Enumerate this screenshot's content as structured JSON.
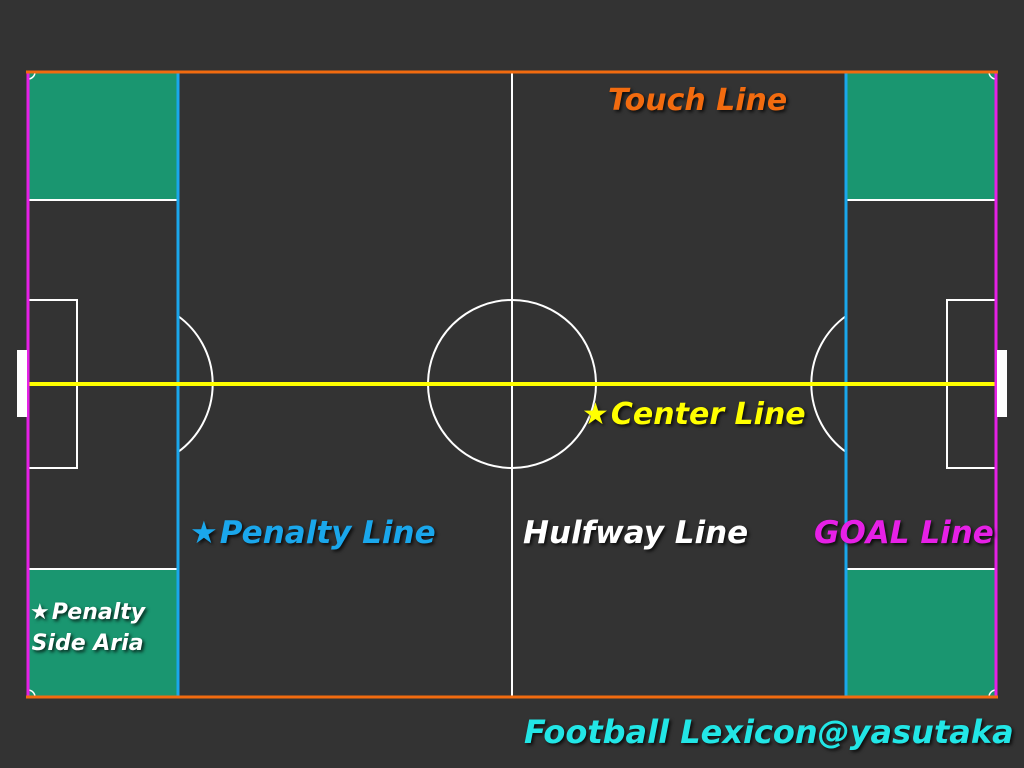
{
  "labels": {
    "touch_line": "Touch Line",
    "center_line": "Center Line",
    "penalty_line": "Penalty Line",
    "halfway_line": "Hulfway Line",
    "goal_line": "GOAL Line",
    "penalty_side_line1": "Penalty",
    "penalty_side_line2": "Side Aria",
    "star": "★",
    "credit": "Football Lexicon@yasutaka"
  },
  "colors": {
    "background": "#333333",
    "touch_line": "#f26b0f",
    "center_line": "#ffff00",
    "penalty_line": "#1aa7ec",
    "halfway_line": "#ffffff",
    "goal_line": "#e620e6",
    "side_area": "#1a9670",
    "credit": "#22e6e6"
  }
}
